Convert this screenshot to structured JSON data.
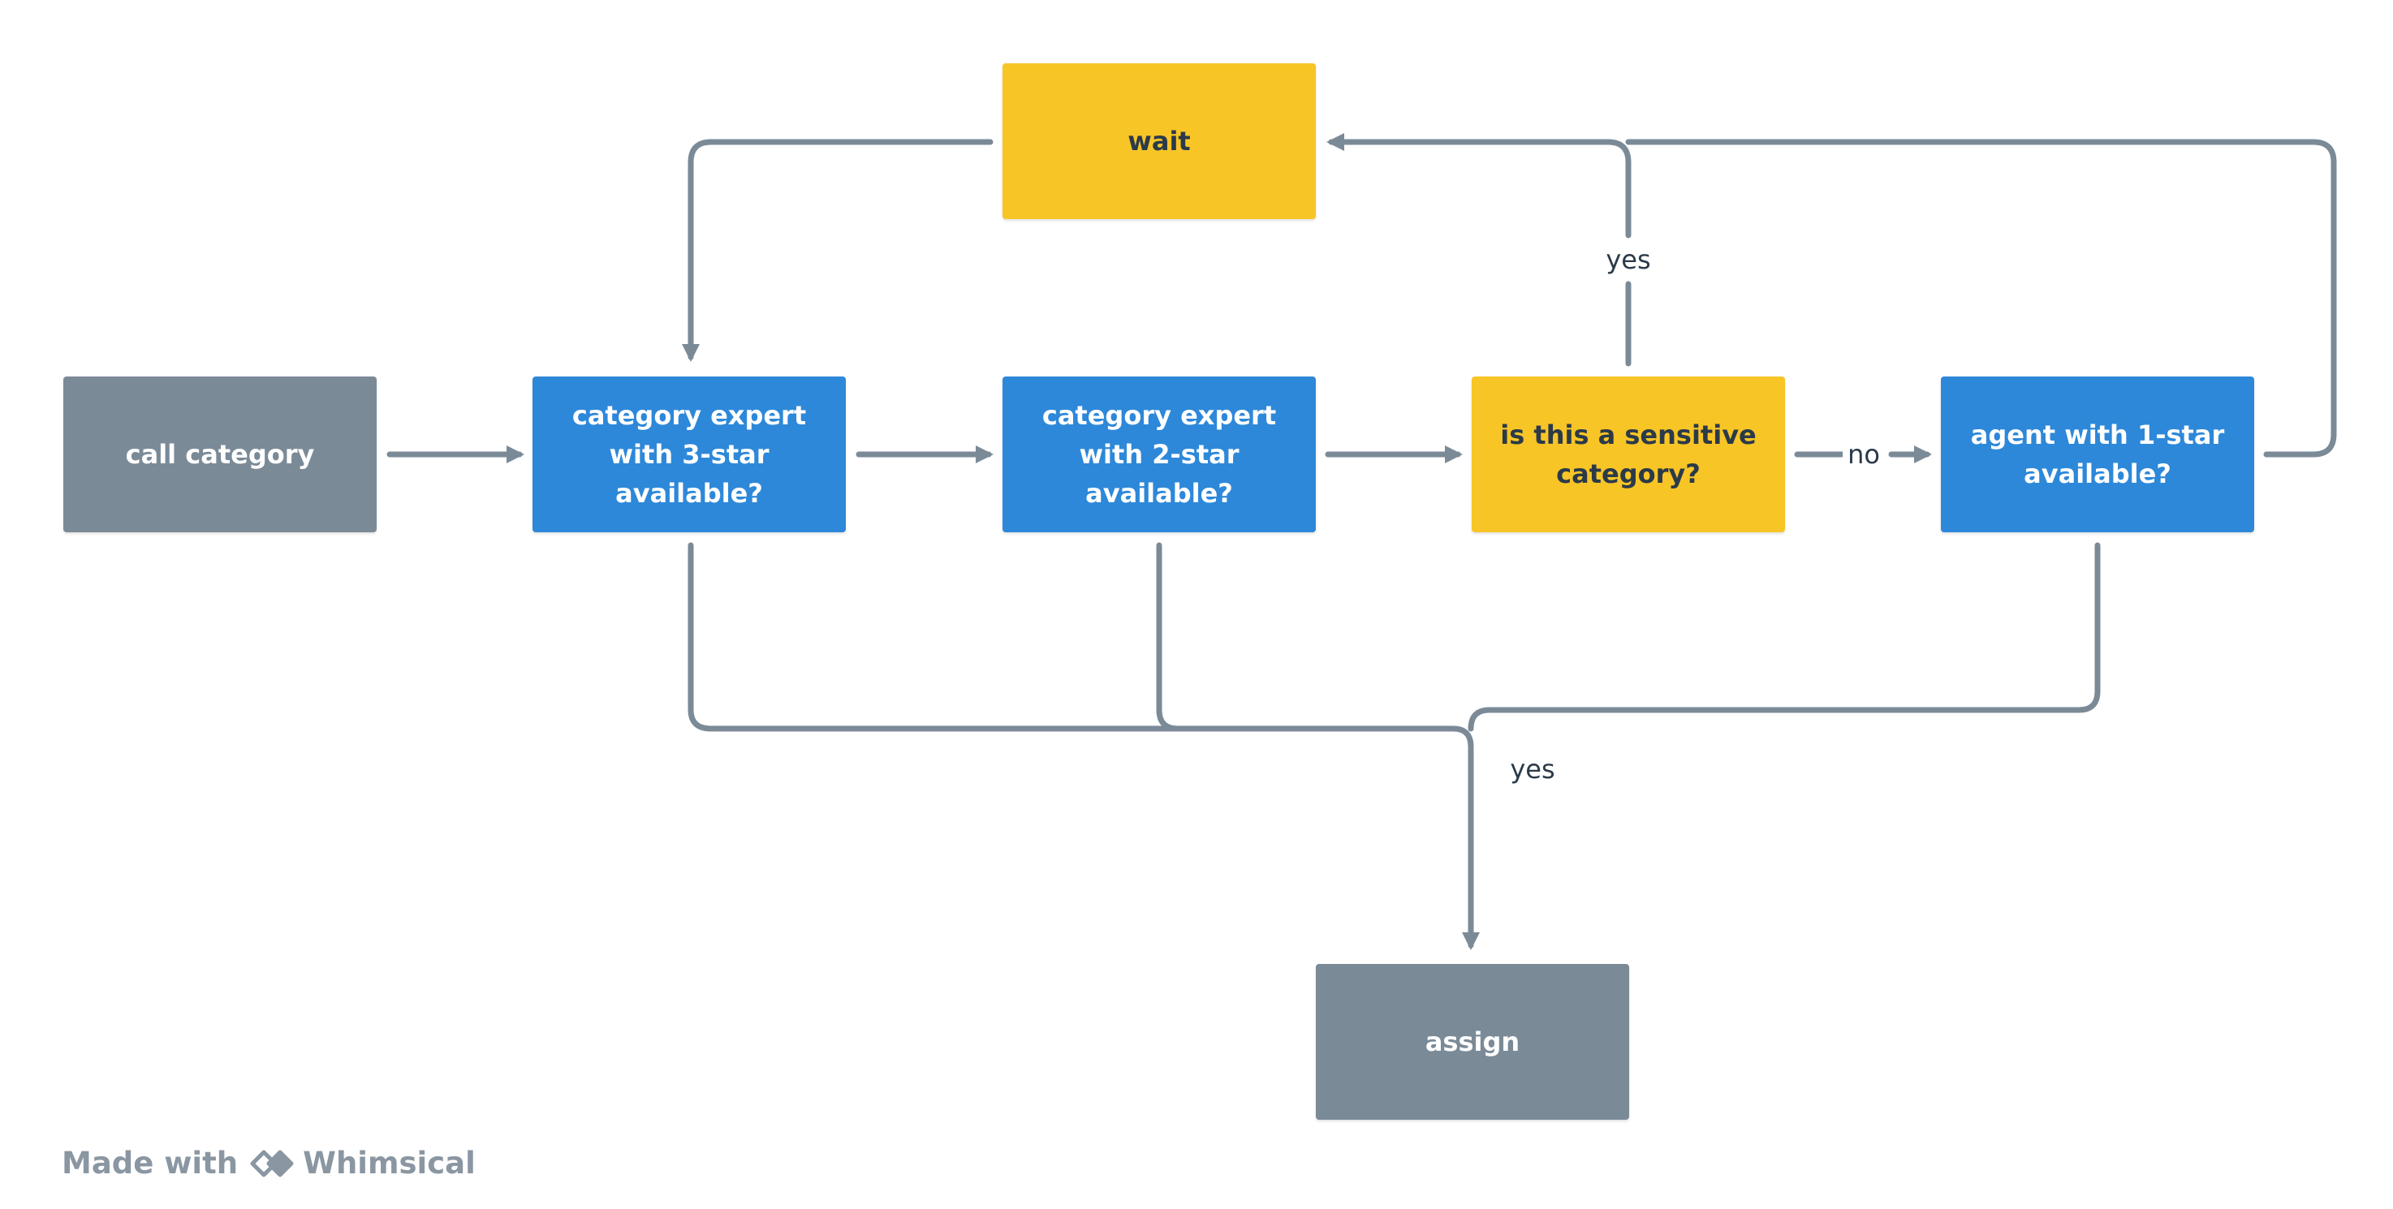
{
  "nodes": {
    "call_category": "call category",
    "expert3": "category expert with 3-star available?",
    "expert2": "category expert with 2-star available?",
    "sensitive": "is this a sensitive category?",
    "agent1": "agent with 1-star available?",
    "wait": "wait",
    "assign": "assign"
  },
  "edge_labels": {
    "no": "no",
    "yes_top": "yes",
    "yes_bottom": "yes"
  },
  "footer": {
    "made_with": "Made with",
    "brand": "Whimsical"
  },
  "colors": {
    "gray_node": "#7b8a97",
    "blue_node": "#2d88d9",
    "yellow_node": "#f8c526",
    "connector": "#7b8a97",
    "text_dark": "#2b3a49"
  }
}
